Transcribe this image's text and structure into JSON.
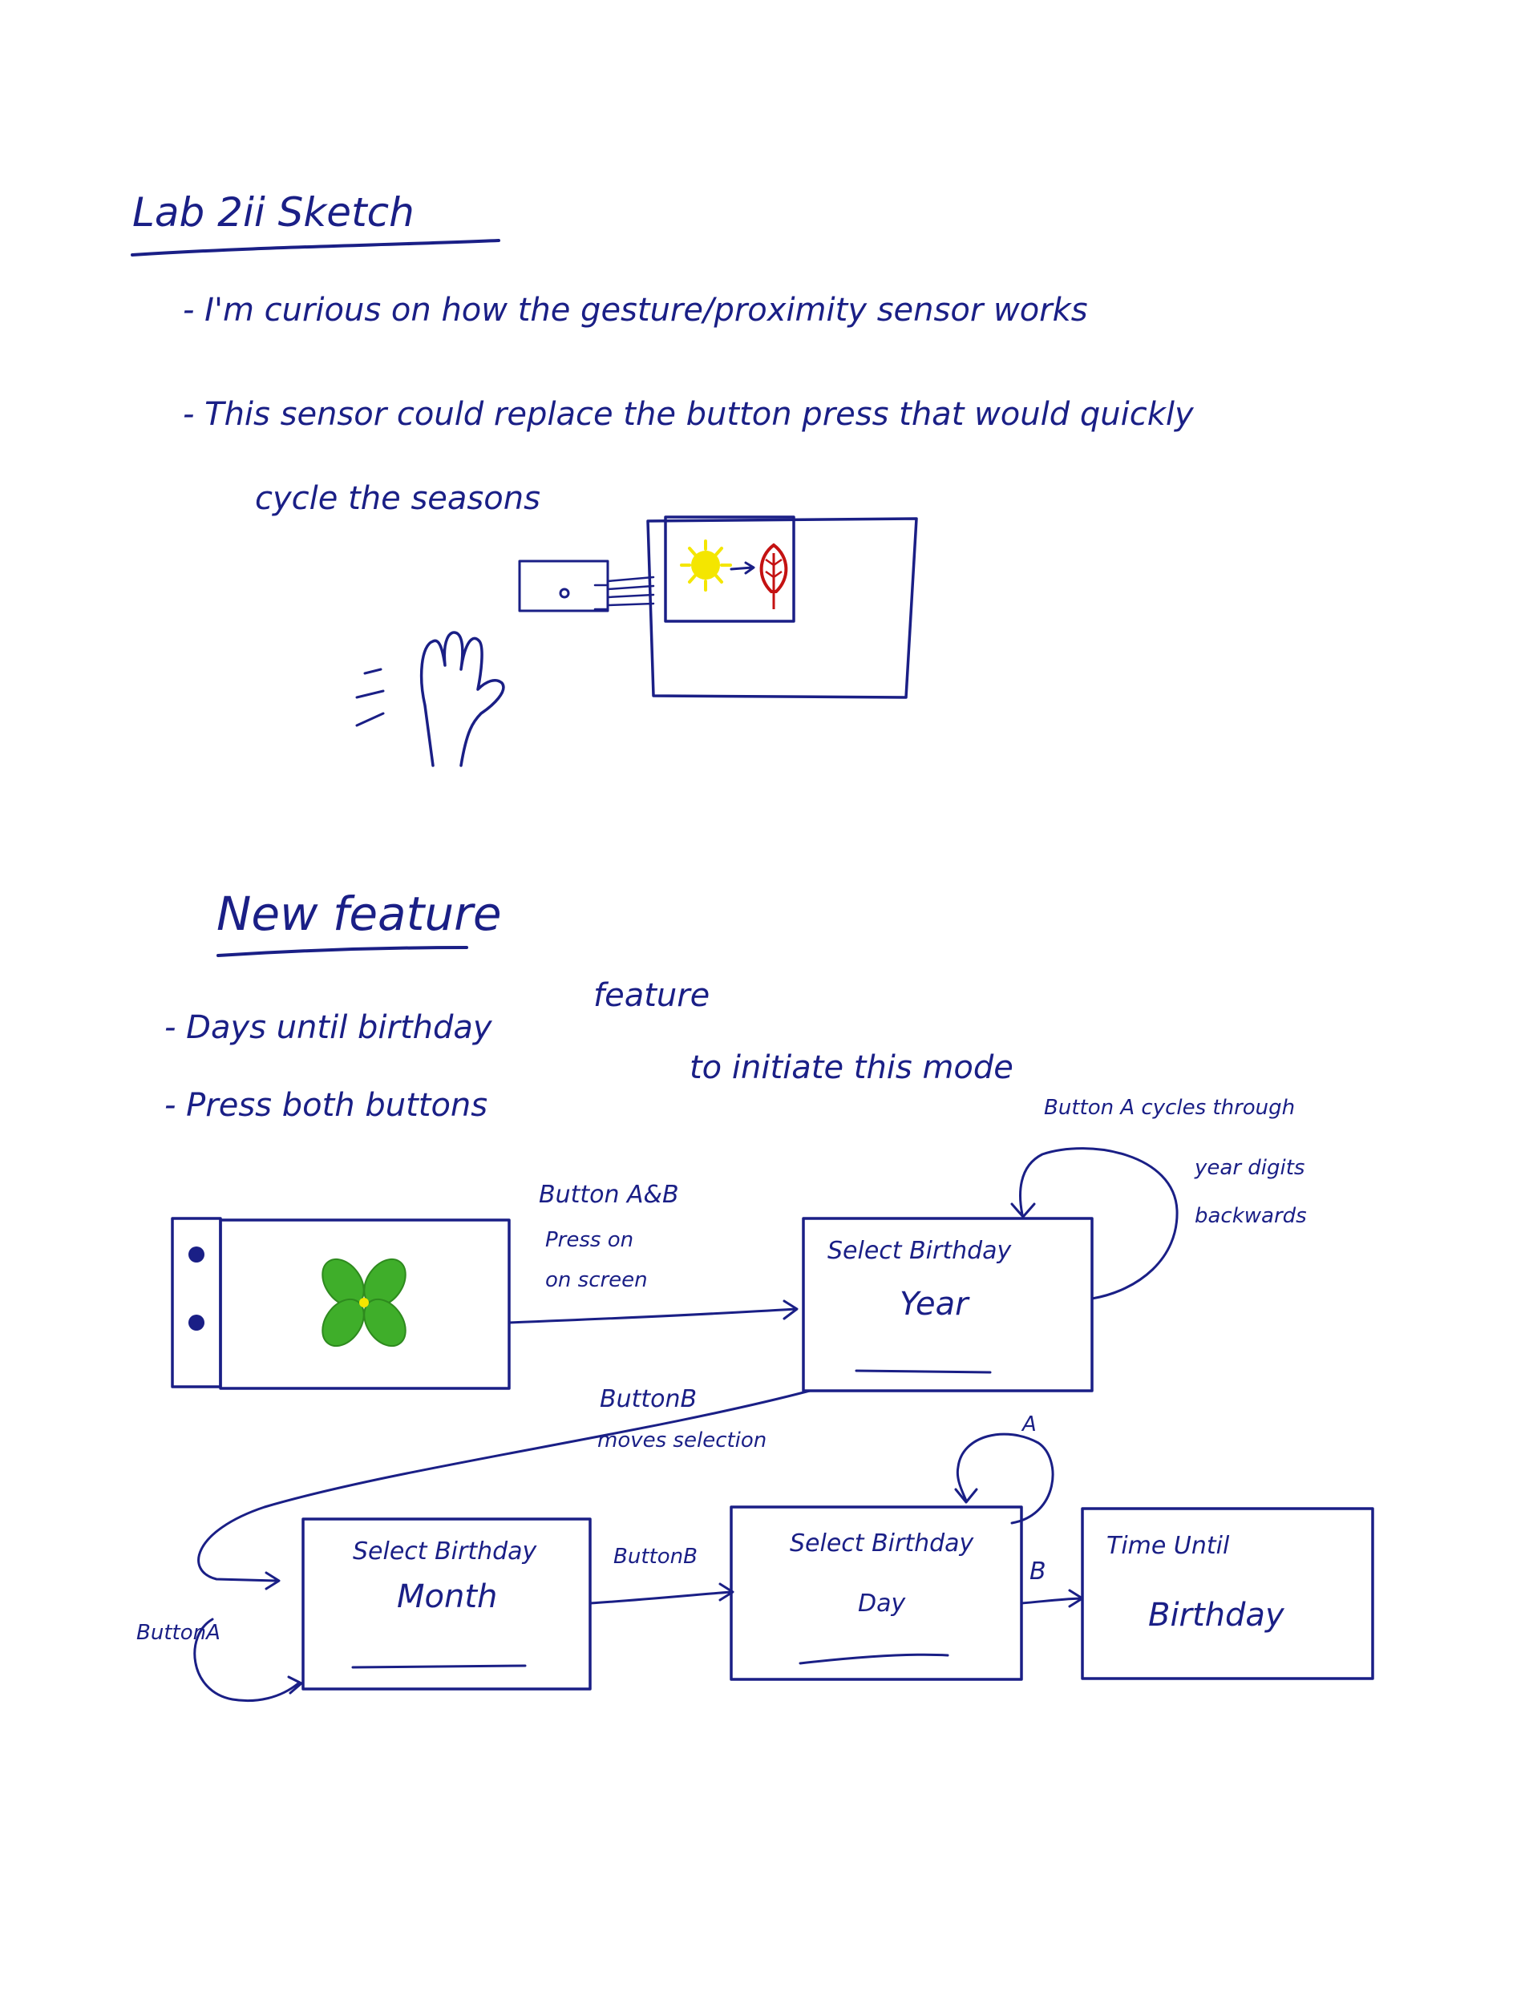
{
  "page": {
    "background": "#ffffff",
    "ink": "#1a1f86"
  },
  "sketch": {
    "title": "Lab 2ii Sketch",
    "note_1": "- I'm curious on how the gesture/proximity sensor works",
    "note_2_line1": "- This sensor could replace the button press that would quickly",
    "note_2_line2": "cycle the seasons",
    "season_icons": [
      "sun-icon",
      "leaf-icon"
    ],
    "icon_colors": {
      "sun": "#f4e600",
      "leaf": "#c41212",
      "clover": "#3fae2a"
    }
  },
  "feature": {
    "heading": "New feature",
    "bullet_1_a": "- Days until birthday",
    "bullet_1_b": "feature",
    "bullet_2_a": "- Press both buttons",
    "bullet_2_b": "to initiate this mode"
  },
  "flow": {
    "note_cycle": [
      "Button A cycles through",
      "year digits",
      "backwards"
    ],
    "edge_ab": [
      "Button A&B",
      "Press on",
      "on screen"
    ],
    "edge_b_move": [
      "ButtonB",
      "moves selection"
    ],
    "edge_button_a": "ButtonA",
    "edge_a": "A",
    "edge_b_month_day": "ButtonB",
    "edge_b_day_time": "B",
    "boxes": {
      "year": [
        "Select Birthday",
        "Year"
      ],
      "month": [
        "Select Birthday",
        "Month"
      ],
      "day": [
        "Select Birthday",
        "Day"
      ],
      "time": [
        "Time Until",
        "Birthday"
      ]
    }
  }
}
